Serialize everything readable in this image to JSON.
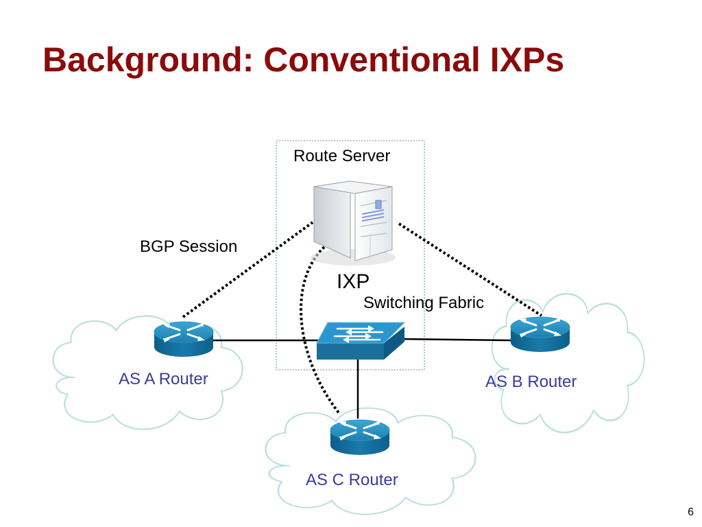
{
  "slide": {
    "title": "Background: Conventional IXPs",
    "page_number": "6"
  },
  "diagram": {
    "ixp_label": "IXP",
    "route_server_label": "Route Server",
    "switching_fabric_label": "Switching Fabric",
    "bgp_session_label": "BGP Session",
    "routers": {
      "a": "AS A Router",
      "b": "AS B Router",
      "c": "AS C Router"
    }
  },
  "colors": {
    "title": "#8b0a0a",
    "router_label": "#3a3b9a",
    "router_blue": "#1f86b8",
    "cloud_outline": "#b7dede",
    "ixp_box_border": "#7fa9b0"
  }
}
